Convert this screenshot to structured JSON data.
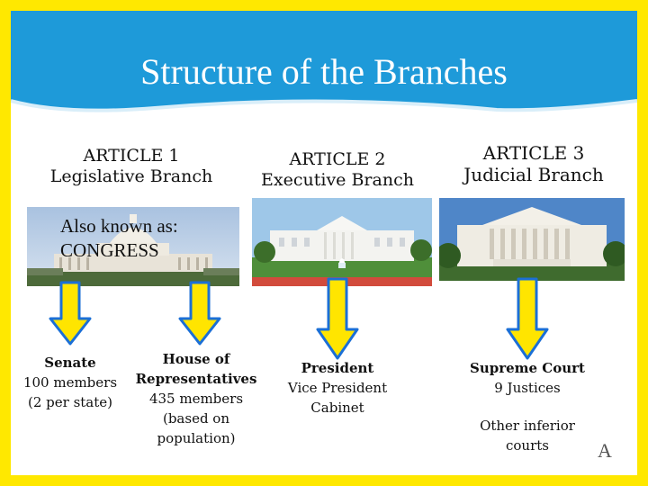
{
  "slide": {
    "title": "Structure of the Branches",
    "colors": {
      "frame": "#ffe800",
      "banner": "#1e9ad9",
      "arrow_fill": "#ffe500",
      "arrow_stroke": "#1b6fd6"
    }
  },
  "legislative": {
    "article": "ARTICLE 1",
    "branch": "Legislative Branch",
    "aka_line1": "Also known as:",
    "aka_line2": "CONGRESS",
    "senate_title": "Senate",
    "senate_members": "100 members",
    "senate_note": "(2 per state)",
    "house_line1": "House of",
    "house_line2": "Representatives",
    "house_members": "435 members",
    "house_note1": "(based on",
    "house_note2": "population)"
  },
  "executive": {
    "article": "ARTICLE 2",
    "branch": "Executive Branch",
    "line1": "President",
    "line2": "Vice President",
    "line3": "Cabinet"
  },
  "judicial": {
    "article": "ARTICLE 3",
    "branch": "Judicial Branch",
    "line1": "Supreme Court",
    "line2": "9 Justices",
    "other1": "Other inferior",
    "other2": "courts"
  },
  "corner": {
    "mark": "A"
  }
}
